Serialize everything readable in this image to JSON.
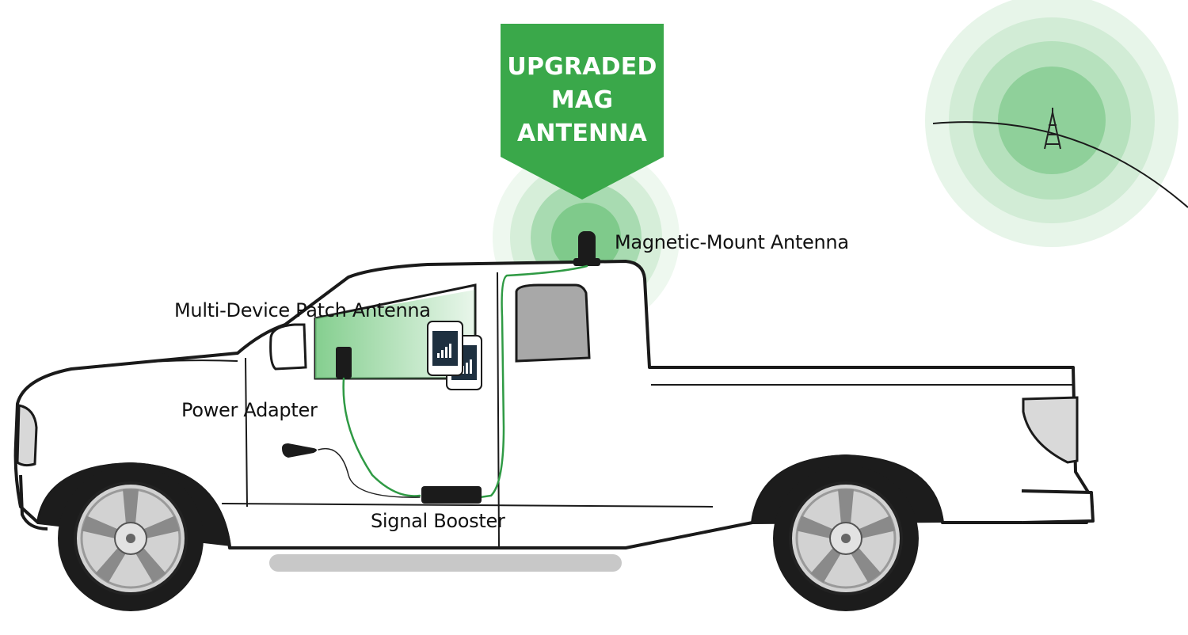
{
  "banner": {
    "lines": [
      "UPGRADED",
      "MAG",
      "ANTENNA"
    ],
    "color": "#3aa84a"
  },
  "labels": {
    "magnetic_mount": "Magnetic-Mount Antenna",
    "patch_antenna": "Multi-Device Patch Antenna",
    "power_adapter": "Power Adapter",
    "signal_booster": "Signal Booster"
  },
  "colors": {
    "signal_green": "#3aa84a",
    "cable_green": "#2f9a44",
    "truck_outline": "#1a1a1a",
    "window_gray": "#a8a8a8",
    "device_black": "#1b1b1b"
  },
  "icons": [
    "cell-tower-icon",
    "phone-icon",
    "antenna-icon",
    "booster-icon",
    "power-adapter-icon"
  ]
}
